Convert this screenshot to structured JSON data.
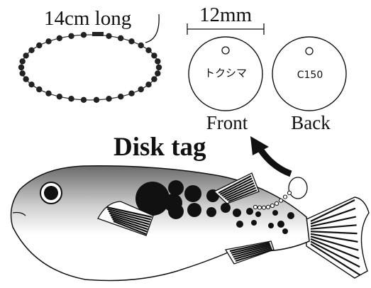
{
  "chain_length_label": "14cm long",
  "diameter_label": "12mm",
  "tag_front_text": "トクシマ",
  "tag_back_text": "C150",
  "front_caption": "Front",
  "back_caption": "Back",
  "title": "Disk tag",
  "colors": {
    "ink": "#111111",
    "background": "#ffffff"
  }
}
